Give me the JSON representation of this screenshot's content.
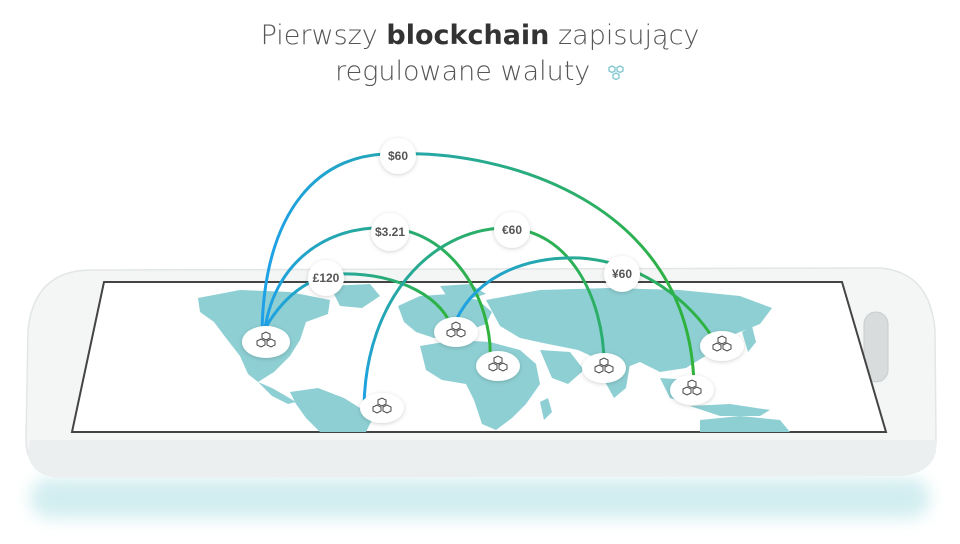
{
  "headline": {
    "line1_prefix": "Pierwszy",
    "line1_bold": "blockchain",
    "line1_suffix": "zapisujący",
    "line2": "regulowane waluty",
    "logo_icon": "blocks-logo-icon"
  },
  "price_labels": [
    {
      "id": "usd60",
      "text": "$60"
    },
    {
      "id": "usd321",
      "text": "$3.21"
    },
    {
      "id": "eur60",
      "text": "€60"
    },
    {
      "id": "gbp120",
      "text": "£120"
    },
    {
      "id": "jpy60",
      "text": "¥60"
    }
  ],
  "nodes": [
    {
      "id": "north-america",
      "icon": "blocks-icon"
    },
    {
      "id": "south-america",
      "icon": "blocks-icon"
    },
    {
      "id": "europe",
      "icon": "blocks-icon"
    },
    {
      "id": "africa",
      "icon": "blocks-icon"
    },
    {
      "id": "middle-east",
      "icon": "blocks-icon"
    },
    {
      "id": "east-asia",
      "icon": "blocks-icon"
    },
    {
      "id": "southeast-asia",
      "icon": "blocks-icon"
    }
  ],
  "colors": {
    "arc_blue": "#1fa1e8",
    "arc_green": "#2fb33a",
    "arc_teal": "#19a69a",
    "map_land": "#8ecfd3",
    "device_body": "#f4f5f5",
    "screen_border": "#444444"
  }
}
